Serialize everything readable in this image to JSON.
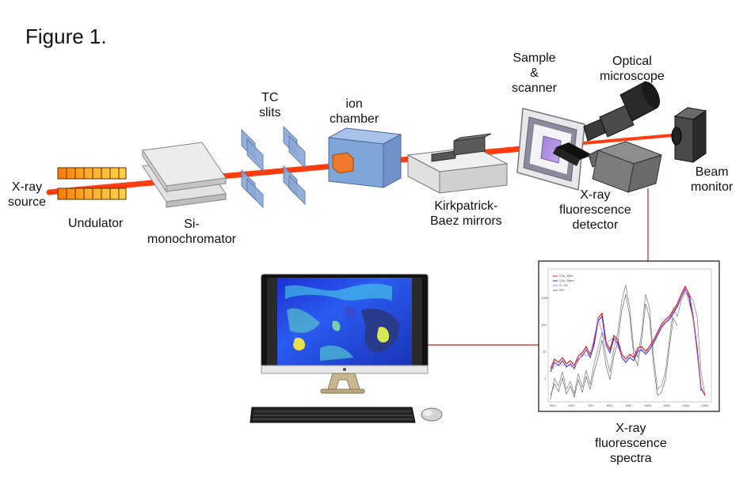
{
  "figure_title": "Figure 1.",
  "labels": {
    "xray_source": [
      "X-ray",
      "source"
    ],
    "undulator": [
      "Undulator"
    ],
    "si_mono": [
      "Si-",
      "monochromator"
    ],
    "tc_slits": [
      "TC",
      "slits"
    ],
    "ion_chamber": [
      "ion",
      "chamber"
    ],
    "kb_mirrors": [
      "Kirkpatrick-",
      "Baez mirrors"
    ],
    "sample_scanner": [
      "Sample",
      "&",
      "scanner"
    ],
    "optical_microscope": [
      "Optical",
      "microscope"
    ],
    "beam_monitor": [
      "Beam",
      "monitor"
    ],
    "xrf_detector": [
      "X-ray",
      "fluorescence",
      "detector"
    ],
    "xrf_spectra": [
      "X-ray",
      "fluorescence",
      "spectra"
    ]
  },
  "spectrum_inset": {
    "legend": [
      "C2s_Wire",
      "C2s_Stem",
      "Fl. Ctl",
      "SiC"
    ],
    "series_colors": [
      "#d42020",
      "#2233cc",
      "#c678d0",
      "#777777"
    ],
    "x_ticks": [
      "500",
      "600",
      "700",
      "800",
      "900",
      "1000",
      "1100",
      "1200",
      "1300"
    ],
    "y_ticks": [
      "1000",
      "100",
      "10",
      "1"
    ]
  },
  "colors": {
    "beam": "#ff3c10",
    "link_line": "#cc2222",
    "ion_chamber": "#7fa6d8",
    "slits": "#8aa8d6"
  }
}
